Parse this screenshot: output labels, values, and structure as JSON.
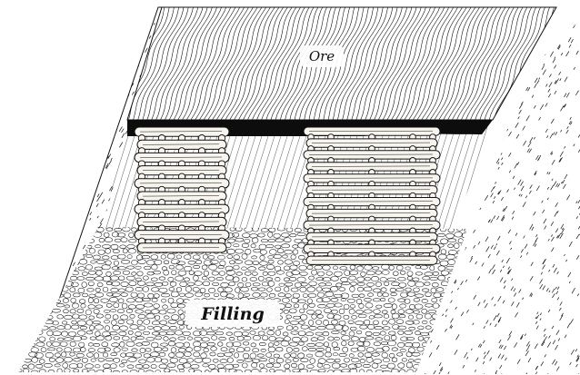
{
  "figure": {
    "labels": {
      "ore": "Ore",
      "filling": "Filling"
    },
    "colors": {
      "ink": "#111111",
      "paper": "#ffffff",
      "ore_seam": "#0d0d0d",
      "timber": "#f7f5ee"
    },
    "cribs": [
      {
        "id": "left-crib",
        "courses": 10
      },
      {
        "id": "right-crib",
        "courses": 12
      }
    ]
  }
}
